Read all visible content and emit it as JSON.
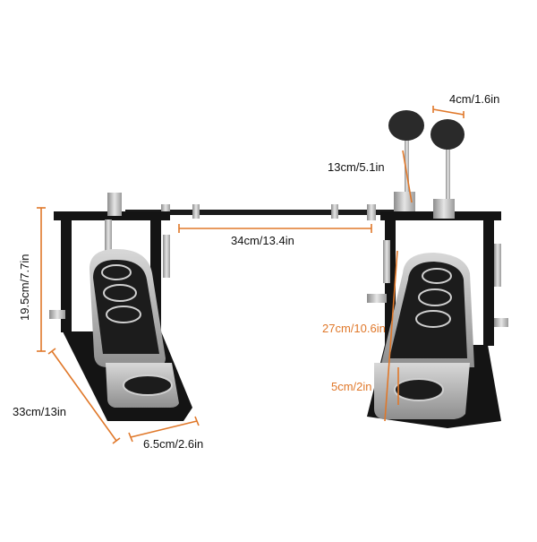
{
  "product": "double bass drum pedal",
  "colors": {
    "dimension_line": "#e0782a",
    "label_text": "#111111",
    "orange_label_text": "#e0782a",
    "pedal_black": "#111111",
    "pedal_silver": "#c9c9c9"
  },
  "dimensions": {
    "beater_width": "4cm/1.6in",
    "beater_shaft": "13cm/5.1in",
    "drive_shaft": "34cm/13.4in",
    "height": "19.5cm/7.7in",
    "length": "33cm/13in",
    "width": "6.5cm/2.6in",
    "footboard_length": "27cm/10.6in",
    "heel_length": "5cm/2in"
  }
}
